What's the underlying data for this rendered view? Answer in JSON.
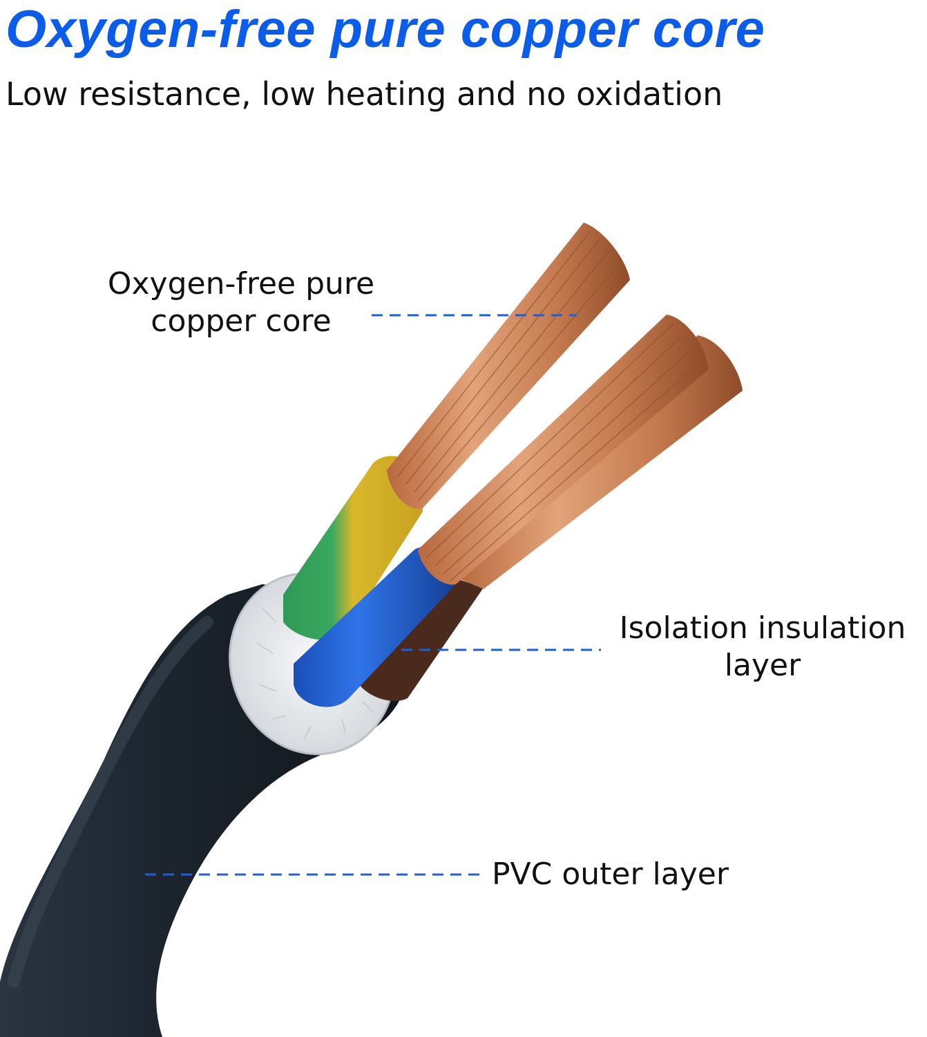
{
  "header": {
    "title": "Oxygen-free pure copper core",
    "subtitle": "Low resistance, low heating and no oxidation"
  },
  "callouts": {
    "copper_core": {
      "line1": "Oxygen-free pure",
      "line2": "copper core"
    },
    "insulation": {
      "line1": "Isolation insulation",
      "line2": "layer"
    },
    "pvc": {
      "line1": "PVC outer layer"
    }
  },
  "colors": {
    "title_blue": "#0b5ce8",
    "leader_line": "#1f5fd6",
    "jacket": "#1d2630",
    "copper": "#c98252",
    "blue_wire": "#1f62d6",
    "ground_green": "#2f9a57",
    "ground_yellow": "#d9b82a",
    "filler": "#e9ecef"
  },
  "icons": {
    "illustration": "three-core-cable-cross-section"
  }
}
